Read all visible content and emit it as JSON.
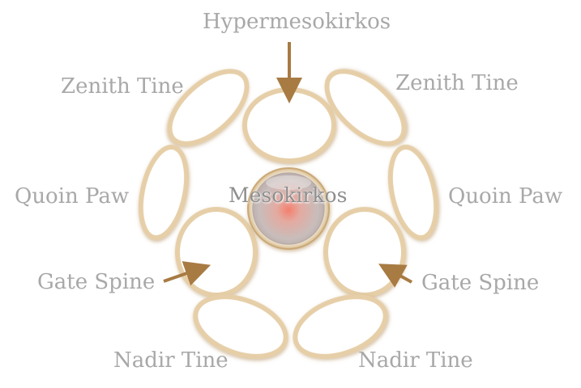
{
  "diagram": {
    "center_label": "Mesokirkos",
    "top_label": "Hypermesokirkos",
    "labels": {
      "zenith_left": "Zenith Tine",
      "zenith_right": "Zenith Tine",
      "quoin_left": "Quoin Paw",
      "quoin_right": "Quoin Paw",
      "gate_left": "Gate Spine",
      "gate_right": "Gate Spine",
      "nadir_left": "Nadir Tine",
      "nadir_right": "Nadir Tine"
    },
    "colors": {
      "ring_outline": "#e6cfa8",
      "ring_shadow": "#b08a55",
      "arrow": "#a87b43",
      "label_text": "#a8a8a8",
      "center_orb": "#c9b8b5",
      "center_glow": "#f08a7a",
      "center_rim": "#caa978"
    }
  }
}
